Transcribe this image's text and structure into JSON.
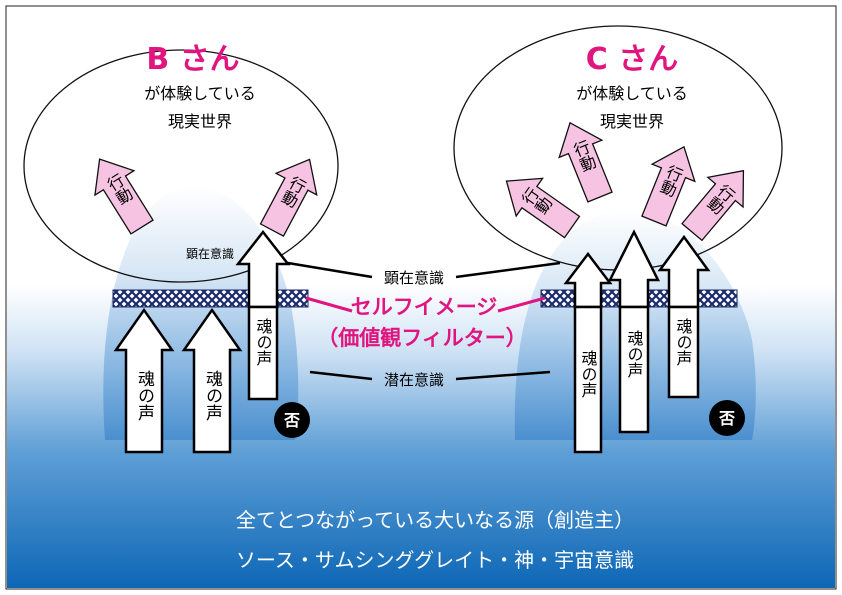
{
  "people": {
    "b": {
      "name": "B さん",
      "line1": "が体験している",
      "line2": "現実世界"
    },
    "c": {
      "name": "C さん",
      "line1": "が体験している",
      "line2": "現実世界"
    }
  },
  "labels": {
    "conscious_small": "顕在意識",
    "conscious": "顕在意識",
    "subconscious": "潜在意識",
    "filter_line1": "セルフイメージ",
    "filter_line2": "（価値観フィルター）",
    "action": "行動",
    "soul_voice": "魂の声",
    "reject": "否"
  },
  "source": {
    "line1": "全てとつながっている大いなる源（創造主）",
    "line2": "ソース・サムシンググレイト・神・宇宙意識"
  },
  "colors": {
    "accent": "#e0157f",
    "arrow_pink": "#f7c3e2",
    "ocean_dark": "#0d67b6",
    "net": "#1b2a6a"
  }
}
